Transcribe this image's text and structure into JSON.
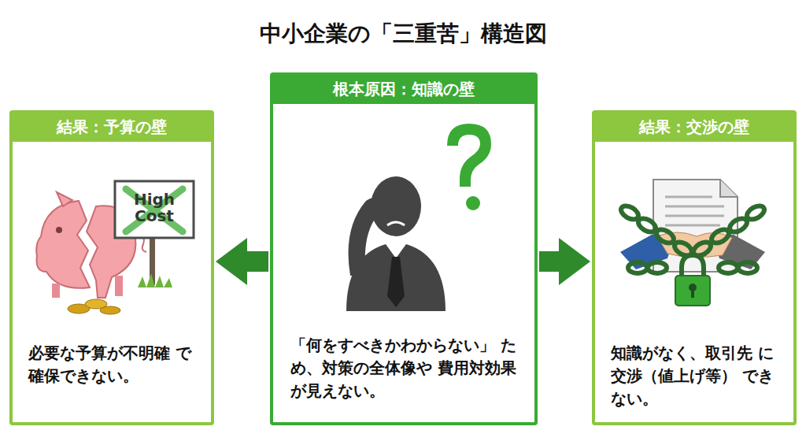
{
  "diagram": {
    "title": "中小企業の「三重苦」構造図",
    "nodes": [
      {
        "text": [
          "結果：予算の壁",
          "必要な予算が不明確 で確保できない。"
        ]
      },
      {
        "text": [
          "根本原因：知識の壁",
          "「何をすべきかわからない」 ため、対策の全体像や 費用対効果が見えない。"
        ]
      },
      {
        "text": [
          "結果：交渉の壁",
          "知識がなく、取引先 に交渉（値上げ等） できない。"
        ]
      }
    ],
    "edges": [
      {
        "from": 1,
        "to": 0,
        "arrow": "to"
      },
      {
        "from": 1,
        "to": 2,
        "arrow": "to"
      }
    ],
    "labels": [
      "High Cost"
    ]
  }
}
